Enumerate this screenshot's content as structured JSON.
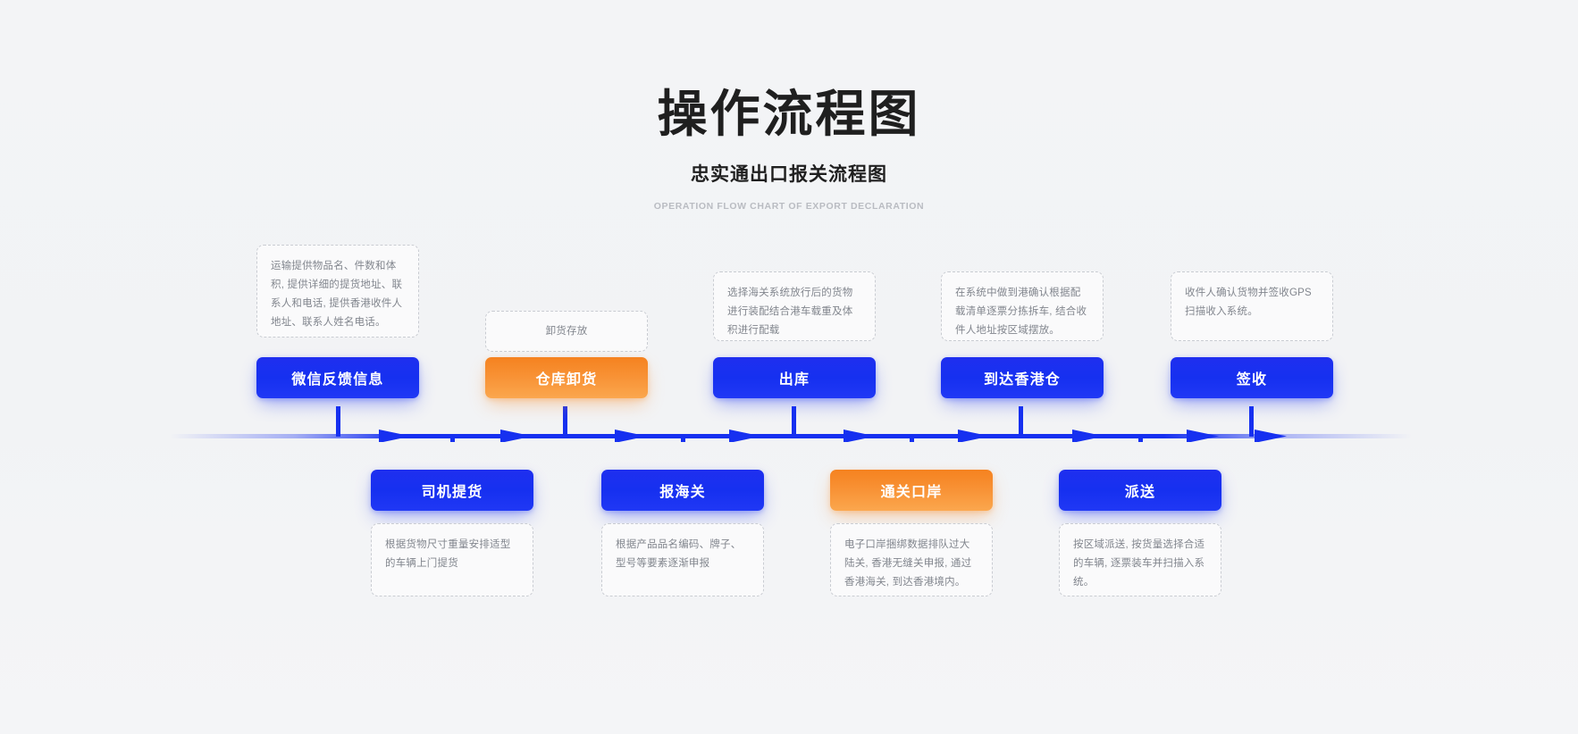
{
  "header": {
    "main_title": "操作流程图",
    "sub_title": "忠实通出口报关流程图",
    "eng_title": "OPERATION FLOW CHART OF EXPORT DECLARATION"
  },
  "colors": {
    "blue": "#1630f0",
    "orange": "#f89235",
    "note_text": "#82868e",
    "note_border": "#c9ccd2",
    "background": "#f2f3f5",
    "title": "#1f1f1f",
    "eng_title": "#b9bcc2"
  },
  "chart_data": {
    "type": "diagram",
    "title": "操作流程图",
    "subtitle": "忠实通出口报关流程图",
    "caption": "OPERATION FLOW CHART OF EXPORT DECLARATION",
    "layout": "horizontal timeline, alternating above/below",
    "steps": [
      {
        "order": 1,
        "label": "微信反馈信息",
        "color": "blue",
        "side": "above",
        "note": "运输提供物品名、件数和体积, 提供详细的提货地址、联系人和电话, 提供香港收件人地址、联系人姓名电话。"
      },
      {
        "order": 2,
        "label": "司机提货",
        "color": "blue",
        "side": "below",
        "note": "根据货物尺寸重量安排适型的车辆上门提货"
      },
      {
        "order": 3,
        "label": "仓库卸货",
        "color": "orange",
        "side": "above",
        "note": "卸货存放"
      },
      {
        "order": 4,
        "label": "报海关",
        "color": "blue",
        "side": "below",
        "note": "根据产品品名编码、牌子、型号等要素逐渐申报"
      },
      {
        "order": 5,
        "label": "出库",
        "color": "blue",
        "side": "above",
        "note": "选择海关系统放行后的货物进行装配结合港车载重及体积进行配载"
      },
      {
        "order": 6,
        "label": "通关口岸",
        "color": "orange",
        "side": "below",
        "note": "电子口岸捆绑数据排队过大陆关, 香港无缝关申报, 通过香港海关, 到达香港境内。"
      },
      {
        "order": 7,
        "label": "到达香港仓",
        "color": "blue",
        "side": "above",
        "note": "在系统中做到港确认根据配载清单逐票分拣拆车, 结合收件人地址按区域摆放。"
      },
      {
        "order": 8,
        "label": "派送",
        "color": "blue",
        "side": "below",
        "note": "按区域派送, 按货量选择合适的车辆, 逐票装车并扫描入系统。"
      },
      {
        "order": 9,
        "label": "签收",
        "color": "blue",
        "side": "above",
        "note": "收件人确认货物并签收GPS扫描收入系统。"
      }
    ]
  }
}
